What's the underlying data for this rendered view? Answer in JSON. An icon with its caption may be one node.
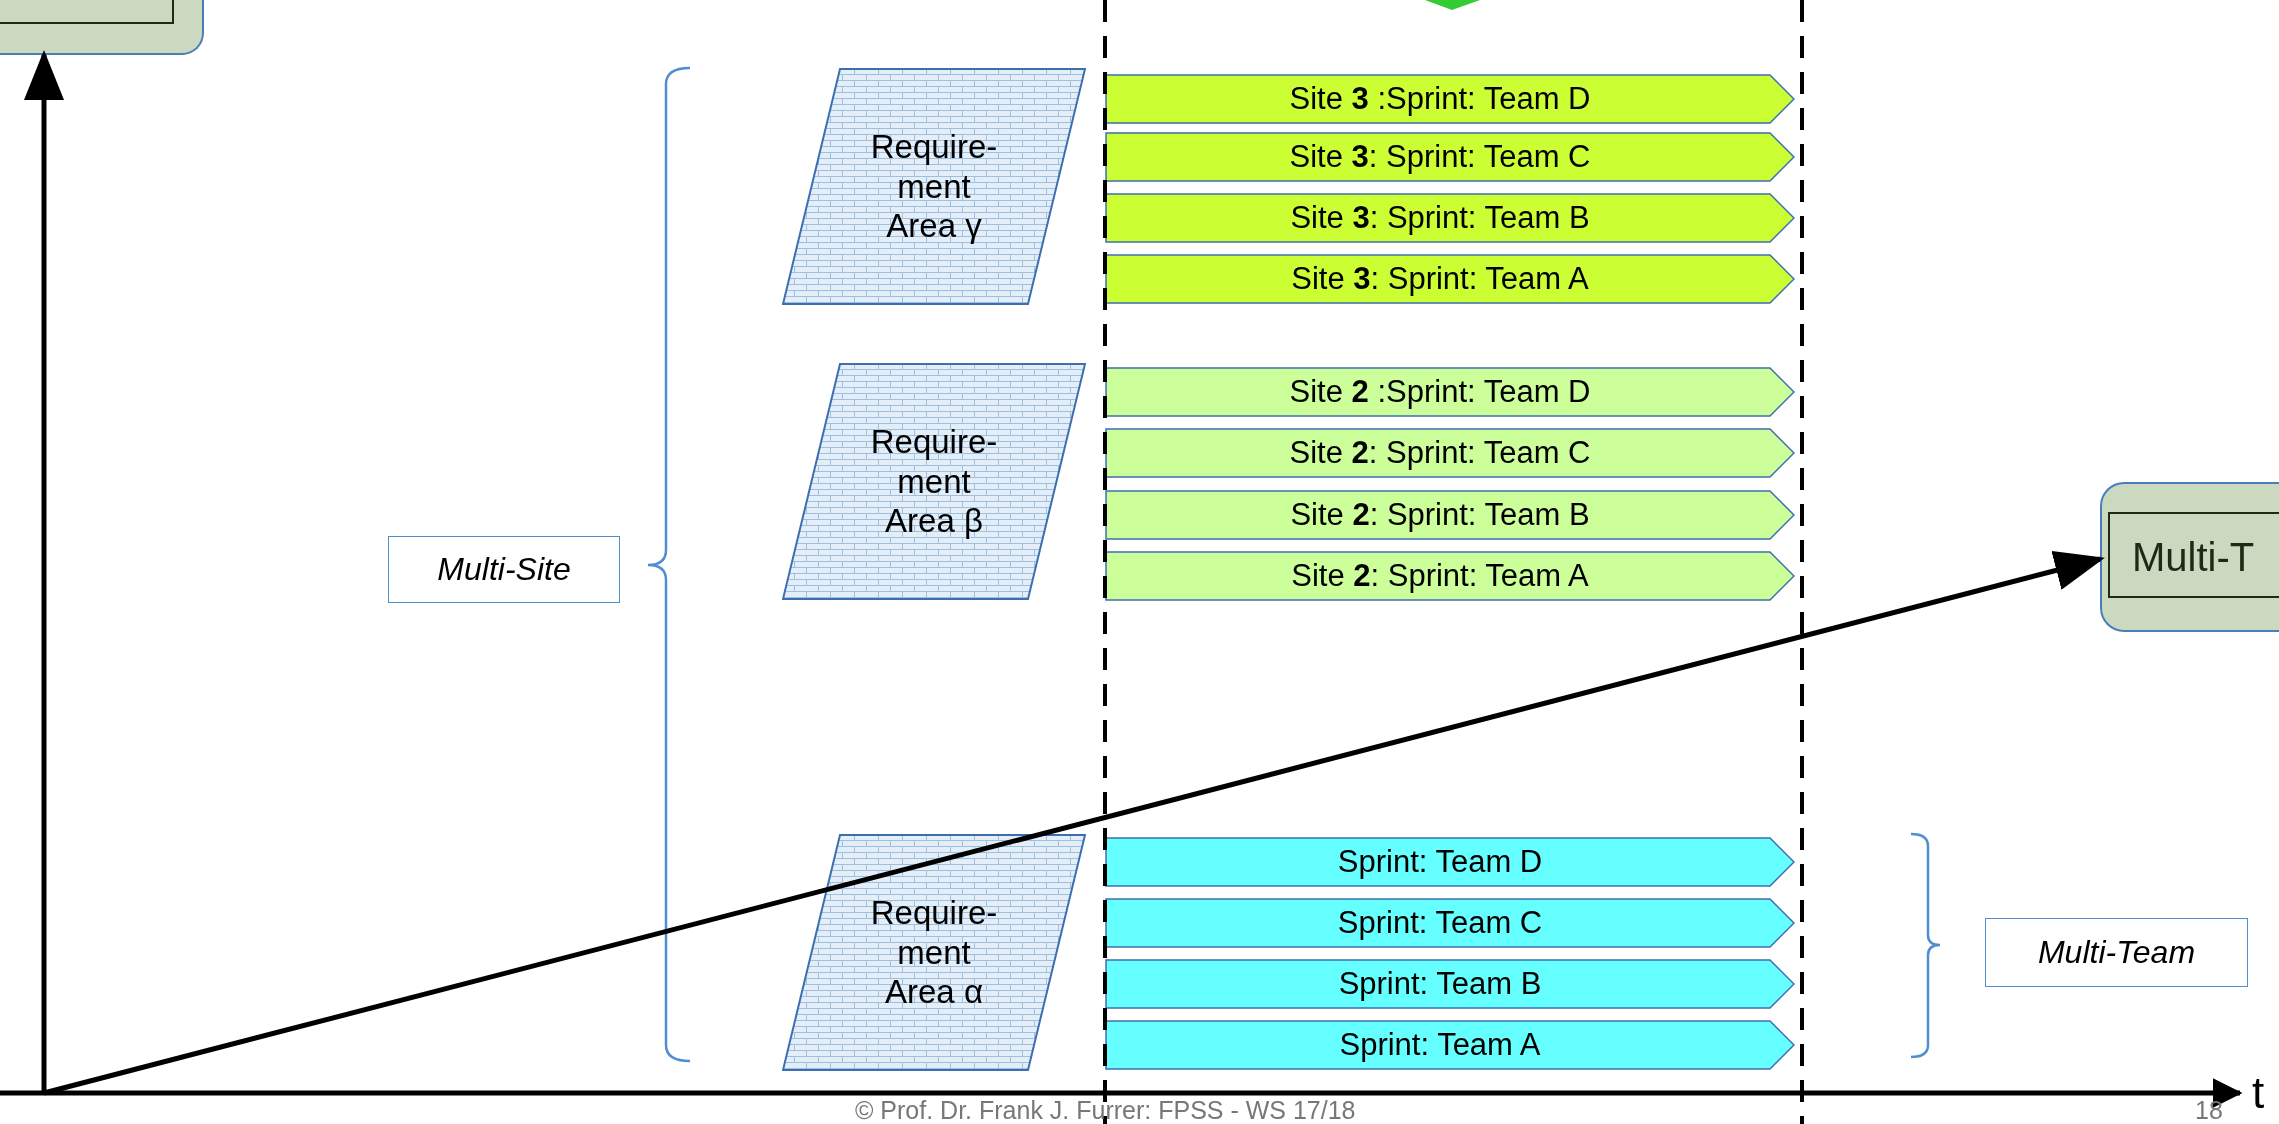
{
  "diagram": {
    "nodes": [
      {
        "text": [],
        "shape": "box"
      },
      {
        "text": [
          "Require- ment Area γ"
        ]
      },
      {
        "text": [
          "Site **3** :Sprint: Team D"
        ]
      },
      {
        "text": [
          "Site **3**: Sprint: Team C"
        ]
      },
      {
        "text": [
          "Site **3**: Sprint: Team B"
        ]
      },
      {
        "text": [
          "Site **3**: Sprint: Team A"
        ]
      },
      {
        "text": [
          "Multi-Site"
        ]
      },
      {
        "text": [
          "Require- ment Area β"
        ]
      },
      {
        "text": [
          "Site **2** :Sprint: Team D"
        ]
      },
      {
        "text": [
          "Site **2**: Sprint: Team C"
        ]
      },
      {
        "text": [
          "Site **2**: Sprint: Team B"
        ]
      },
      {
        "text": [
          "Site **2**: Sprint: Team A"
        ]
      },
      {
        "text": [
          "Multi-T"
        ]
      },
      {
        "text": [
          "Require- ment Area α"
        ]
      },
      {
        "text": [
          "Sprint: Team D"
        ]
      },
      {
        "text": [
          "Sprint: Team C"
        ]
      },
      {
        "text": [
          "Sprint: Team B"
        ]
      },
      {
        "text": [
          "Sprint: Team A"
        ]
      },
      {
        "text": [
          "Multi-Team"
        ]
      }
    ],
    "edges": [
      {
        "from": null,
        "to": 0,
        "arrow": "to"
      },
      {
        "from": null,
        "to": 12,
        "arrow": "to"
      }
    ],
    "labels": [
      "t",
      "© Prof. Dr. Frank J. Furrer: FPSS - WS 17/18",
      "18"
    ]
  }
}
